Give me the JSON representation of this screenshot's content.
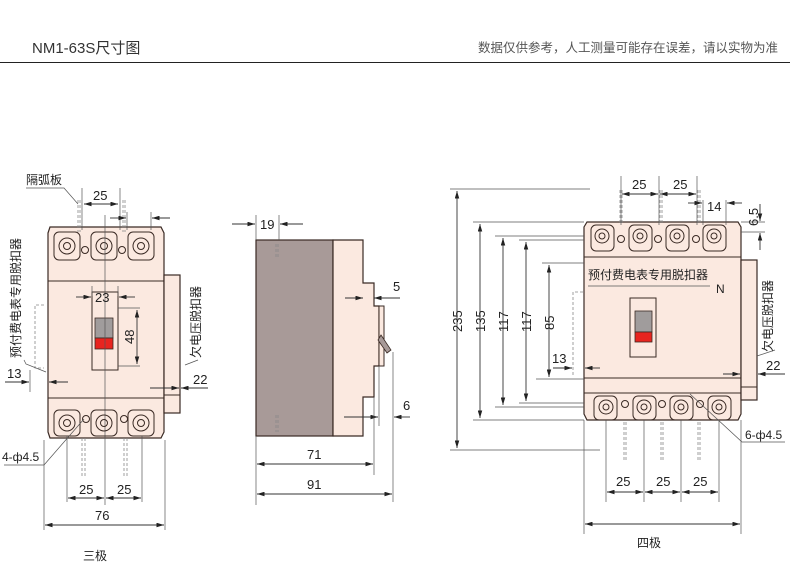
{
  "header": {
    "title": "NM1-63S尺寸图",
    "note": "数据仅供参考，人工测量可能存在误差，请以实物为准"
  },
  "three_pole": {
    "caption": "三极",
    "labels": {
      "arc_barrier": "隔弧板",
      "prepaid_release": "预付费电表专用脱扣器",
      "undervoltage_release": "欠电压脱扣器",
      "mount_holes": "4-ф4.5"
    },
    "dims": {
      "pole_pitch_top": "25",
      "window_width": "23",
      "window_height": "48",
      "left_offset": "13",
      "right_offset": "22",
      "pole_pitch_bottom_1": "25",
      "pole_pitch_bottom_2": "25",
      "overall_width": "76"
    }
  },
  "side_view": {
    "dims": {
      "top_offset": "19",
      "step": "5",
      "handle": "6",
      "body_depth": "71",
      "overall_depth": "91"
    }
  },
  "four_pole": {
    "caption": "四极",
    "labels": {
      "prepaid_release": "预付费电表专用脱扣器",
      "neutral": "N",
      "undervoltage_release": "欠电压脱扣器",
      "mount_holes": "6-ф4.5"
    },
    "dims": {
      "height_total": "235",
      "height_135": "135",
      "height_117a": "117",
      "height_117b": "117",
      "height_85": "85",
      "left_offset": "13",
      "pole_pitch_top_1": "25",
      "pole_pitch_top_2": "25",
      "terminal_14": "14",
      "top_6_5": "6.5",
      "right_offset": "22",
      "pole_pitch_bottom_1": "25",
      "pole_pitch_bottom_2": "25",
      "pole_pitch_bottom_3": "25"
    }
  },
  "colors": {
    "body": "#fbe9e0",
    "side_dark": "#a89a98",
    "handle_grey": "#a09c9c",
    "handle_red": "#e8241f"
  }
}
